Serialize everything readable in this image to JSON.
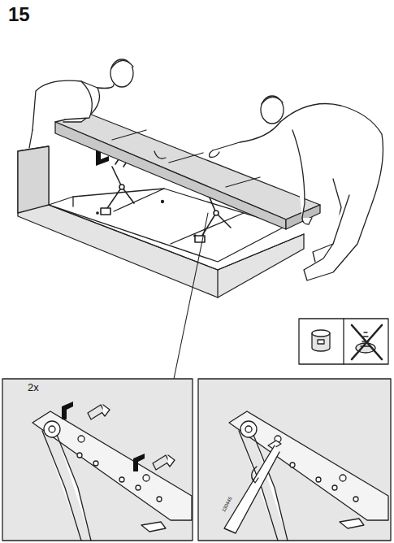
{
  "diagram": {
    "labels": [
      "15",
      "2x",
      "130445"
    ]
  }
}
